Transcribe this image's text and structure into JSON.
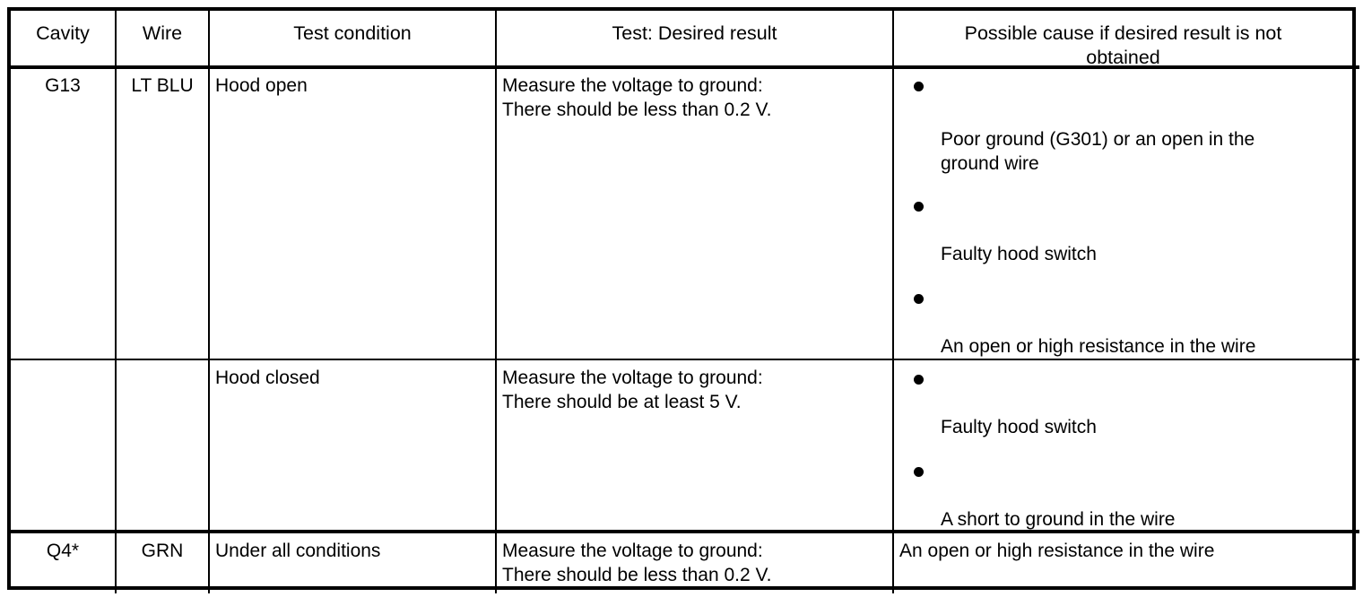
{
  "table": {
    "columns": [
      {
        "key": "cavity",
        "label": "Cavity"
      },
      {
        "key": "wire",
        "label": "Wire"
      },
      {
        "key": "cond",
        "label": "Test condition"
      },
      {
        "key": "test",
        "label": "Test: Desired result"
      },
      {
        "key": "cause",
        "label": "Possible cause if desired result is not obtained"
      }
    ],
    "header": {
      "cavity": "Cavity",
      "wire": "Wire",
      "test_condition": "Test condition",
      "desired_result": "Test: Desired result",
      "possible_cause_line1": "Possible cause if desired result is not",
      "possible_cause_line2": "obtained"
    },
    "rows": [
      {
        "cavity": "G13",
        "wire": "LT BLU",
        "test_condition": "Hood open",
        "test_line1": "Measure the voltage to ground:",
        "test_line2": "There should be less than 0.2 V.",
        "causes": [
          {
            "line1": "Poor ground (G301) or an open in the",
            "line2": "ground wire"
          },
          {
            "line1": "Faulty hood switch",
            "line2": ""
          },
          {
            "line1": "An open or high resistance in the wire",
            "line2": ""
          }
        ]
      },
      {
        "cavity": "",
        "wire": "",
        "test_condition": "Hood closed",
        "test_line1": "Measure the voltage to ground:",
        "test_line2": "There should be at least 5 V.",
        "causes": [
          {
            "line1": "Faulty hood switch",
            "line2": ""
          },
          {
            "line1": "A short to ground in the wire",
            "line2": ""
          }
        ]
      },
      {
        "cavity": "Q4*",
        "wire": "GRN",
        "test_condition": "Under all conditions",
        "test_line1": "Measure the voltage to ground:",
        "test_line2": "There should be less than 0.2 V.",
        "causes": [
          {
            "line1": "An open or high resistance in the wire",
            "line2": "",
            "nobullet": true
          }
        ]
      }
    ]
  },
  "style": {
    "ink": "#000000",
    "paper": "#ffffff"
  }
}
